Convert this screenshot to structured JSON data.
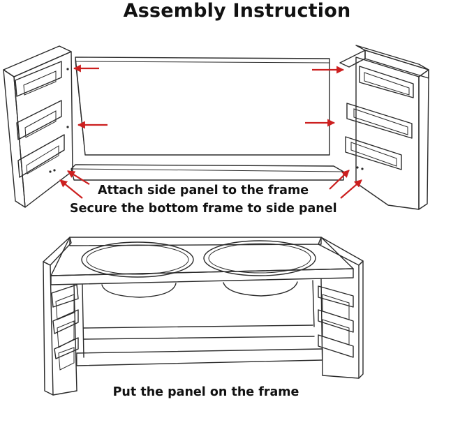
{
  "title": "Assembly Instruction",
  "steps": [
    {
      "caption": "Attach side panel to the frame"
    },
    {
      "caption": "Secure the bottom frame to side panel"
    },
    {
      "caption": "Put the panel on the frame"
    }
  ],
  "colors": {
    "arrow": "#cc1f1f",
    "line": "#2a2a2a",
    "text": "#111111"
  }
}
